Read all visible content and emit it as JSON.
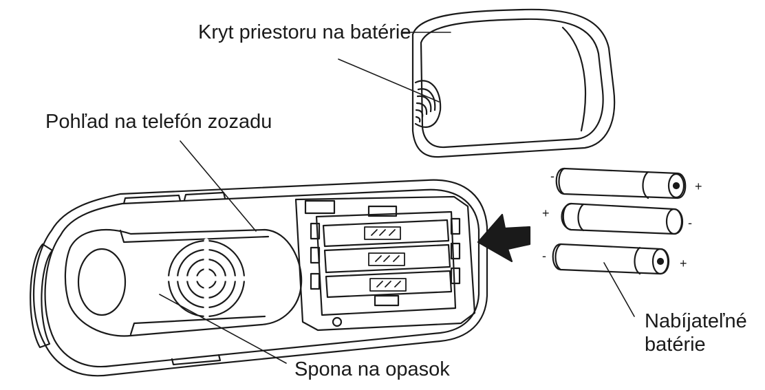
{
  "labels": {
    "battery_cover": "Kryt priestoru na batérie",
    "phone_back": "Pohľad na telefón zozadu",
    "rechargeable_line1": "Nabíjateľné",
    "rechargeable_line2": "batérie",
    "belt_clip": "Spona na opasok"
  },
  "polarity": {
    "battery_1_left": "-",
    "battery_1_right": "+",
    "battery_2_left": "+",
    "battery_2_right": "-",
    "battery_3_left": "-",
    "battery_3_right": "+"
  },
  "colors": {
    "line": "#1a1a1a",
    "background": "#ffffff"
  }
}
